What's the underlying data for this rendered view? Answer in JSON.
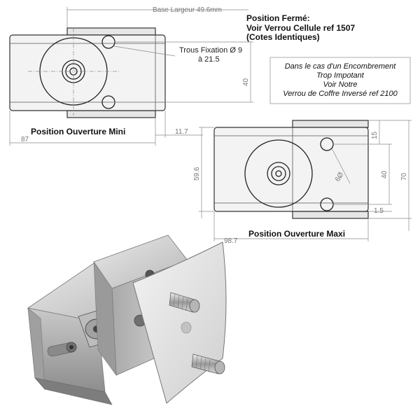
{
  "header": {
    "line1": "Position Fermé:",
    "line2": "Voir Verrou Cellule ref 1507",
    "line3": "(Cotes Identiques)"
  },
  "note_box": {
    "line1": "Dans le cas d'un Encombrement",
    "line2": "Trop Impotant",
    "line3": "Voir Notre",
    "line4": "Verrou de Coffre Inversé ref 2100"
  },
  "view_mini": {
    "title": "Position Ouverture Mini",
    "dim_base": "Base Largeur 49.6mm",
    "callout_line1": "Trous Fixation Ø 9",
    "callout_line2": "à 21.5",
    "dim_40": "40",
    "dim_87": "87",
    "dim_11_7": "11.7"
  },
  "view_maxi": {
    "title": "Position Ouverture Maxi",
    "dim_59_6": "59.6",
    "dim_98_7": "98.7",
    "dim_15": "15",
    "dim_40": "40",
    "dim_70": "70",
    "dim_1_5": "1.5",
    "dim_phi": "6Ø"
  },
  "colors": {
    "line": "#333333",
    "dimension": "#777777",
    "metal_light": "#d9d9d9",
    "metal_dark": "#9a9a9a"
  }
}
